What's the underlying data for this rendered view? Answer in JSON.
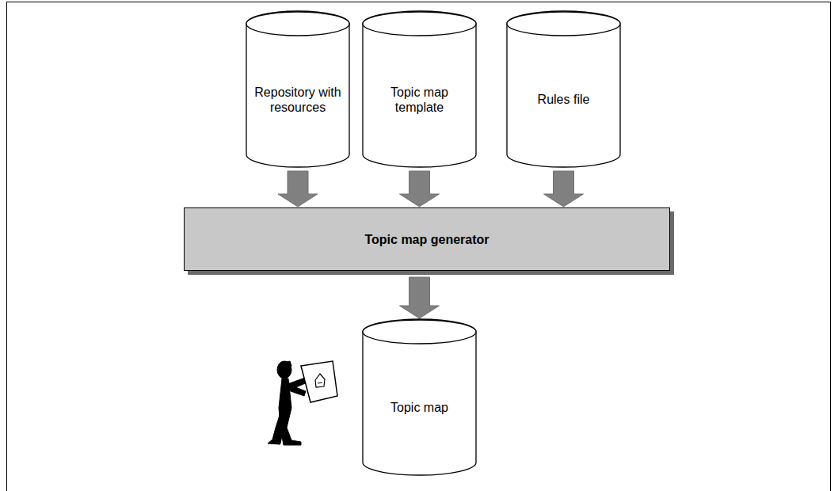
{
  "diagram": {
    "nodes": [
      {
        "text": [
          "Repository with resources"
        ]
      },
      {
        "text": [
          "Topic map template"
        ]
      },
      {
        "text": [
          "Rules file"
        ]
      },
      {
        "text": [
          "Topic map generator"
        ]
      },
      {
        "text": [
          "Topic map"
        ]
      }
    ],
    "edges": [
      {
        "from": 0,
        "to": 3,
        "arrow": "to"
      },
      {
        "from": 1,
        "to": 3,
        "arrow": "to"
      },
      {
        "from": 2,
        "to": 3,
        "arrow": "to"
      },
      {
        "from": 3,
        "to": 4,
        "arrow": "to"
      }
    ]
  }
}
